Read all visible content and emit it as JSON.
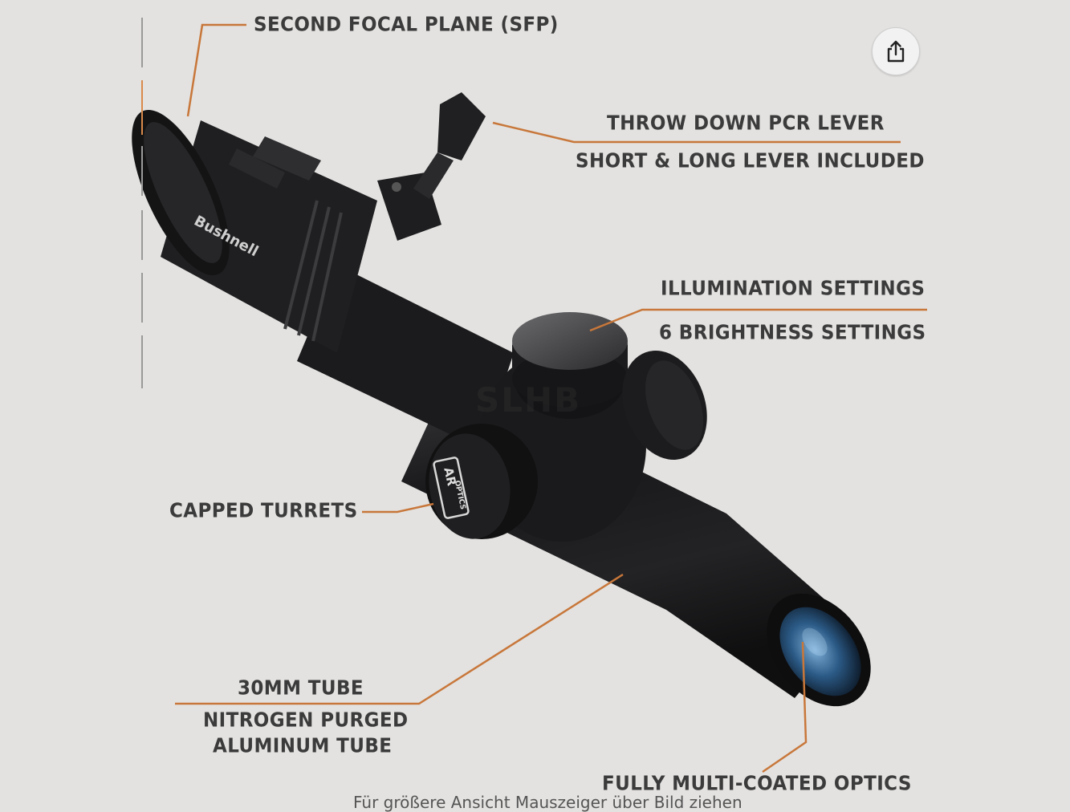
{
  "annotations": {
    "sfp": "SECOND FOCAL PLANE (SFP)",
    "lever_title": "THROW DOWN PCR LEVER",
    "lever_sub": "SHORT & LONG LEVER INCLUDED",
    "illum_title": "ILLUMINATION SETTINGS",
    "illum_sub": "6 BRIGHTNESS SETTINGS",
    "turrets": "CAPPED TURRETS",
    "tube_title": "30MM TUBE",
    "tube_sub1": "NITROGEN PURGED",
    "tube_sub2": "ALUMINUM TUBE",
    "optics": "FULLY MULTI-COATED OPTICS"
  },
  "product": {
    "brand": "Bushnell",
    "turret_logo_top": "AR",
    "turret_logo_bottom": "OPTICS"
  },
  "watermark": "SLHB",
  "caption": "Für größere Ansicht Mauszeiger über Bild ziehen",
  "colors": {
    "background": "#e3e2e0",
    "callout_line": "#c8773a",
    "label_text": "#3b3b3b",
    "scope_body": "#1c1c1e"
  },
  "icons": {
    "share": "share-icon"
  }
}
